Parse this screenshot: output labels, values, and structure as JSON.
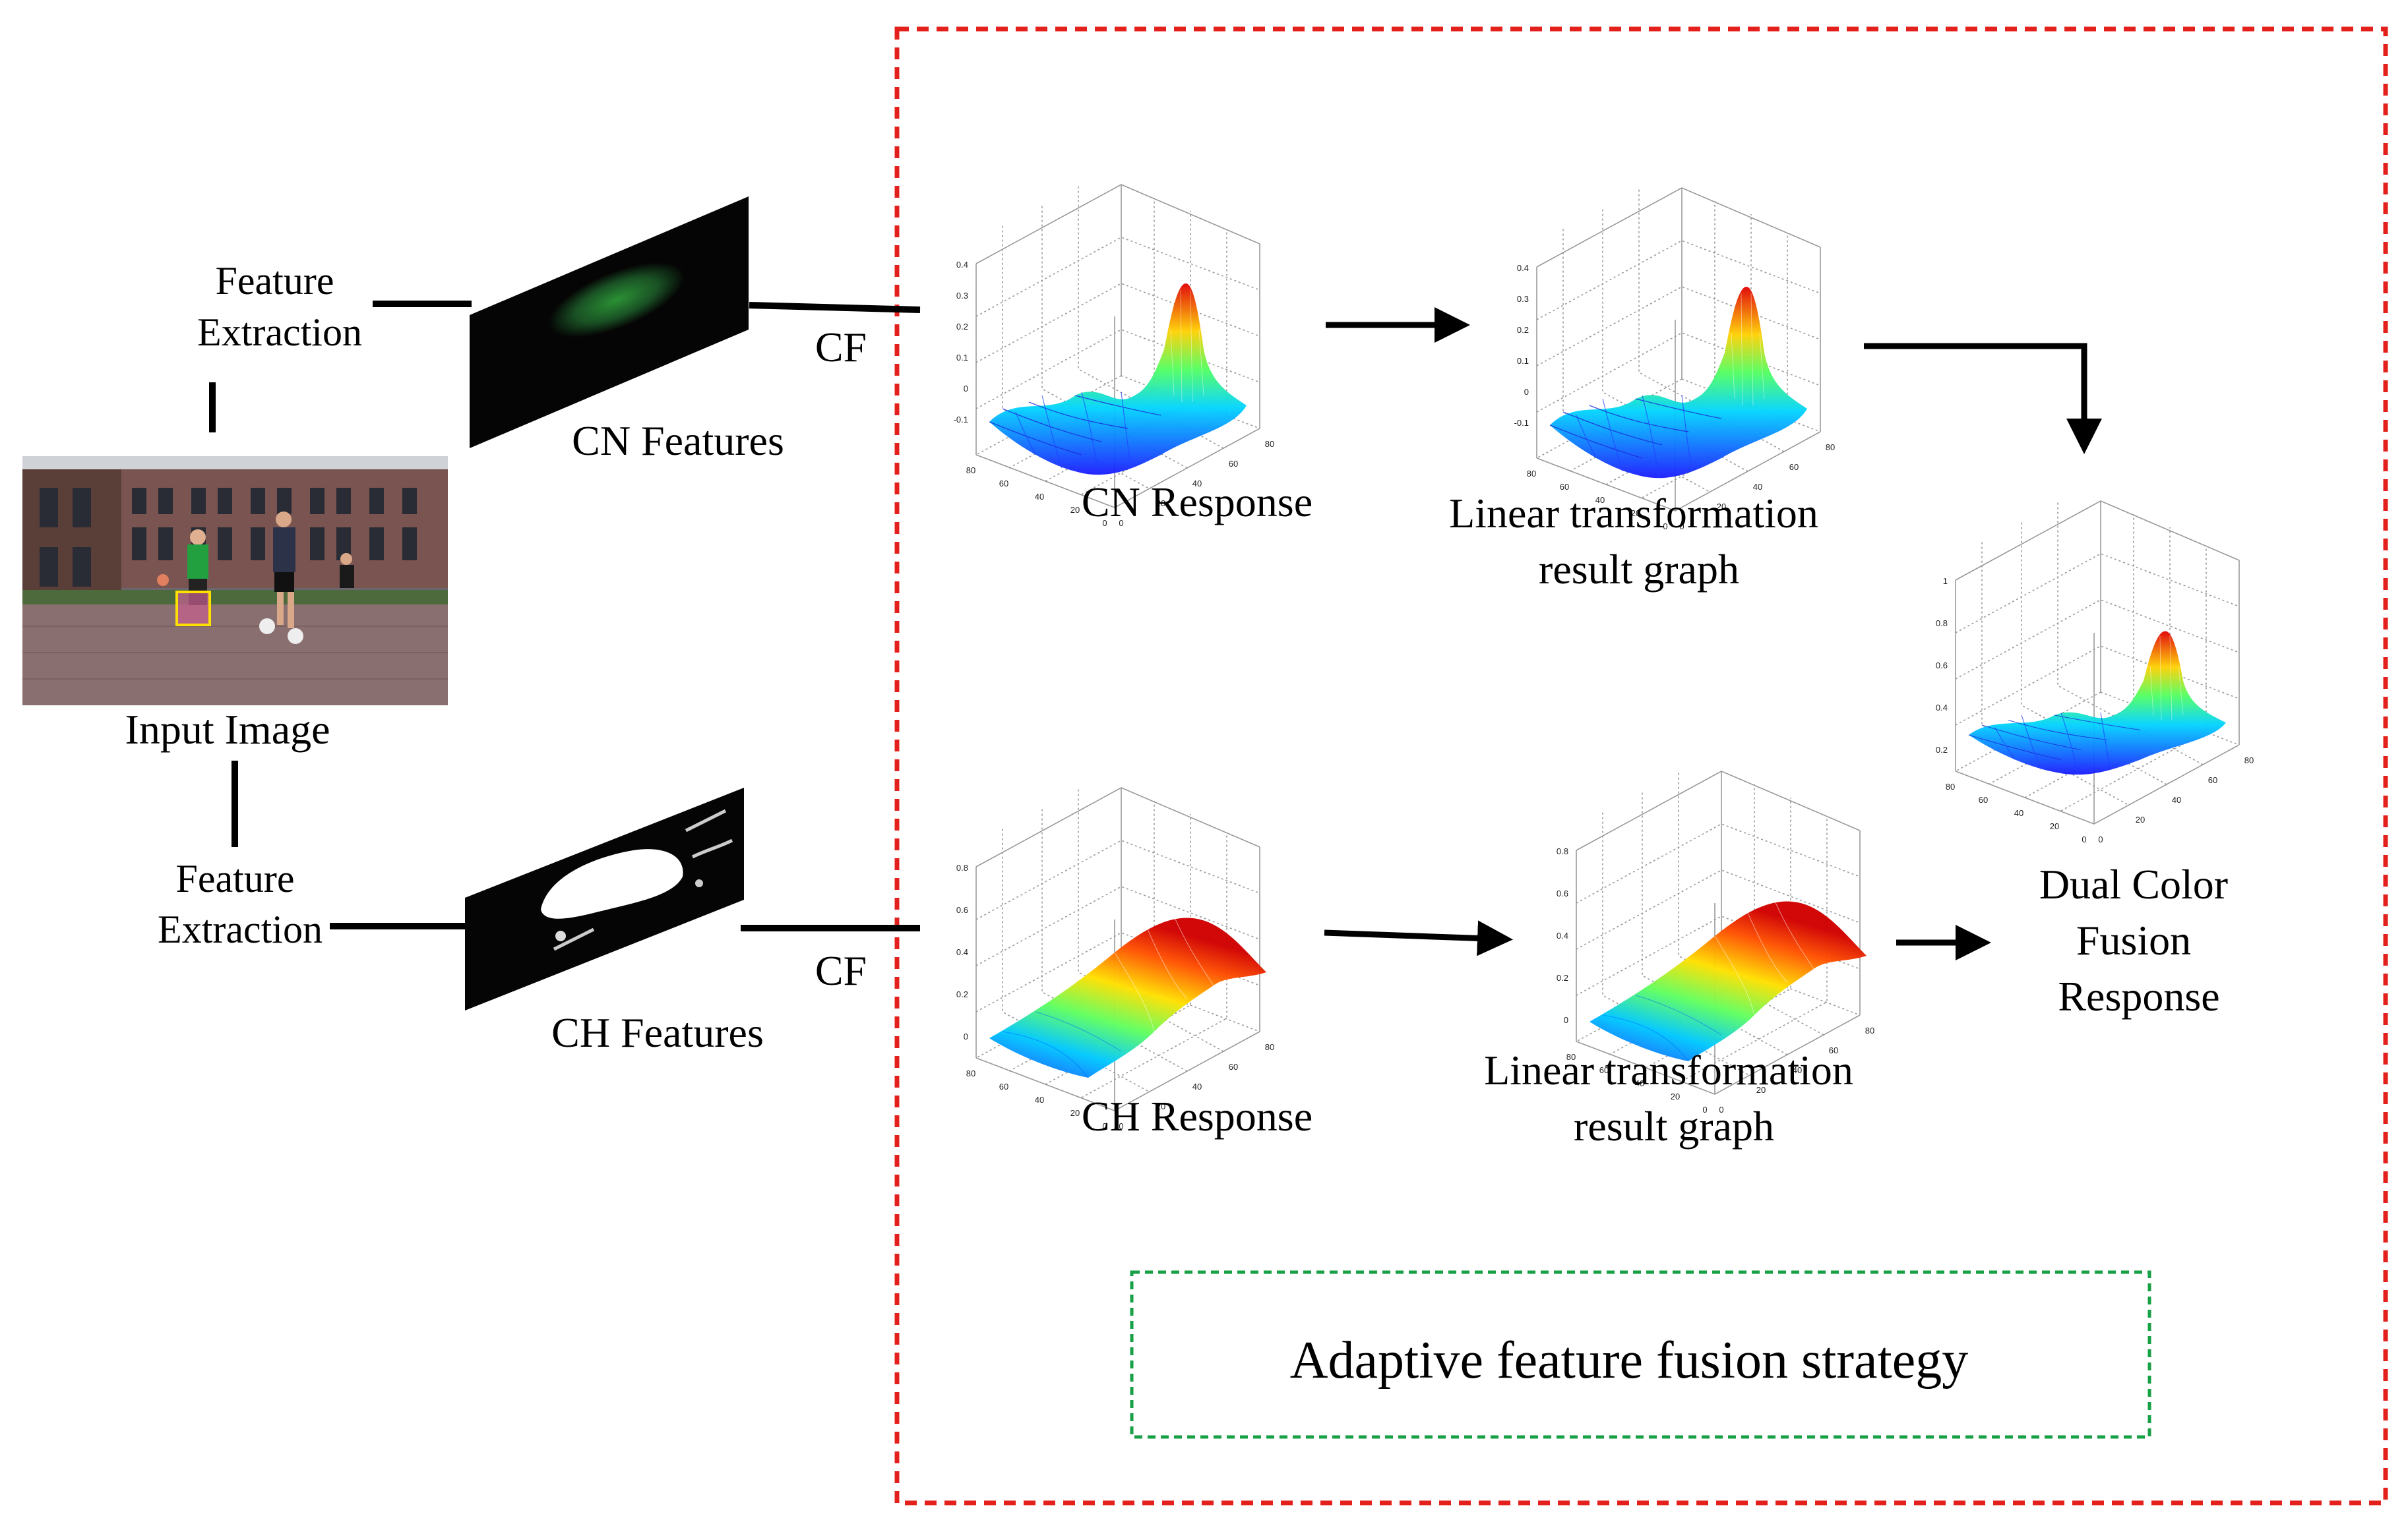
{
  "labels": {
    "feature_extraction_top": [
      "Feature",
      "Extraction"
    ],
    "feature_extraction_bottom": [
      "Feature",
      "Extraction"
    ],
    "input_image": "Input Image",
    "cn_features": "CN Features",
    "ch_features": "CH Features",
    "cf_top": "CF",
    "cf_bottom": "CF",
    "cn_response": "CN Response",
    "ch_response": "CH Response",
    "linear_top": [
      "Linear transformation",
      "result graph"
    ],
    "linear_bottom": [
      "Linear transformation",
      "result graph"
    ],
    "dual_fusion": [
      "Dual  Color",
      "Fusion",
      "Response"
    ],
    "strategy": "Adaptive feature fusion strategy"
  },
  "plots": {
    "cn_response": {
      "z_ticks": [
        "0.4",
        "0.3",
        "0.2",
        "0.1",
        "0",
        "-0.1"
      ],
      "y_ticks": [
        "80",
        "60",
        "40",
        "20",
        "0"
      ],
      "x_ticks": [
        "0",
        "20",
        "40",
        "60",
        "80"
      ]
    },
    "cn_linear": {
      "z_ticks": [
        "0.4",
        "0.3",
        "0.2",
        "0.1",
        "0",
        "-0.1"
      ],
      "y_ticks": [
        "80",
        "60",
        "40",
        "20",
        "0"
      ],
      "x_ticks": [
        "0",
        "20",
        "40",
        "60",
        "80"
      ]
    },
    "ch_response": {
      "z_ticks": [
        "0.8",
        "0.6",
        "0.4",
        "0.2",
        "0"
      ],
      "y_ticks": [
        "80",
        "60",
        "40",
        "20",
        "0"
      ],
      "x_ticks": [
        "0",
        "20",
        "40",
        "60",
        "80"
      ]
    },
    "ch_linear": {
      "z_ticks": [
        "0.8",
        "0.6",
        "0.4",
        "0.2",
        "0"
      ],
      "y_ticks": [
        "80",
        "60",
        "40",
        "20",
        "0"
      ],
      "x_ticks": [
        "0",
        "20",
        "40",
        "60",
        "80"
      ]
    },
    "fusion": {
      "z_ticks": [
        "1",
        "0.8",
        "0.6",
        "0.4",
        "0.2"
      ],
      "y_ticks": [
        "80",
        "60",
        "40",
        "20",
        "0"
      ],
      "x_ticks": [
        "0",
        "20",
        "40",
        "60",
        "80"
      ]
    }
  },
  "colors": {
    "outer_border": "#e3201b",
    "inner_border": "#17a045",
    "line": "#000000"
  }
}
